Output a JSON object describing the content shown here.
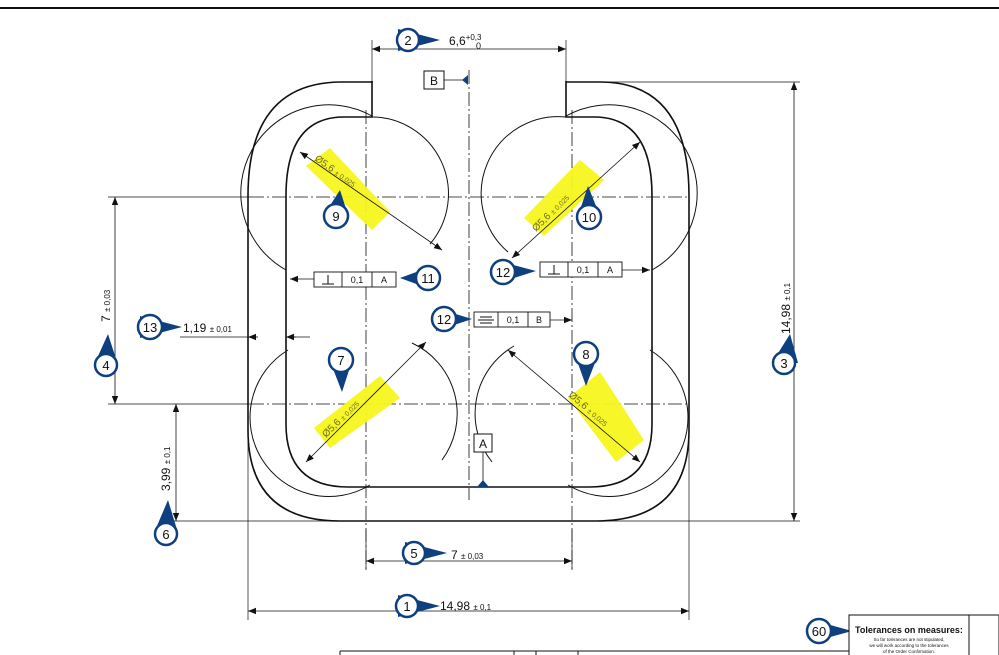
{
  "colors": {
    "balloon": "#0e3f7e",
    "highlight": "#f7f51c",
    "line": "#111111"
  },
  "dimensions": {
    "d1": {
      "value": "14,98",
      "tol": "± 0,1"
    },
    "d2": {
      "value": "6,6",
      "tol_up": "+0,3",
      "tol_low": "0"
    },
    "d3": {
      "value": "14,98",
      "tol": "± 0,1"
    },
    "d4": {
      "value": "7",
      "tol": "± 0,03"
    },
    "d5": {
      "value": "7",
      "tol": "± 0,03"
    },
    "d6": {
      "value": "3,99",
      "tol": "± 0,1"
    },
    "d13": {
      "value": "1,19",
      "tol": "± 0,01"
    },
    "hole": {
      "value": "Ø5,6",
      "tol": "± 0,025"
    }
  },
  "datums": {
    "a": "A",
    "b": "B"
  },
  "fcf": {
    "f11": {
      "value": "0,1",
      "datum": "A"
    },
    "f12a": {
      "value": "0,1",
      "datum": "A"
    },
    "f12b": {
      "value": "0,1",
      "datum": "B"
    }
  },
  "balloons": {
    "b1": "1",
    "b2": "2",
    "b3": "3",
    "b4": "4",
    "b5": "5",
    "b6": "6",
    "b7": "7",
    "b8": "8",
    "b9": "9",
    "b10": "10",
    "b11": "11",
    "b12a": "12",
    "b12b": "12",
    "b13": "13",
    "b60": "60"
  },
  "tolerance_box": {
    "title": "Tolerances on measures:",
    "line1": "So far tolerances are not stipulated,",
    "line2": "we will work according to the tolerances",
    "line3": "of the Order Confirmation."
  }
}
